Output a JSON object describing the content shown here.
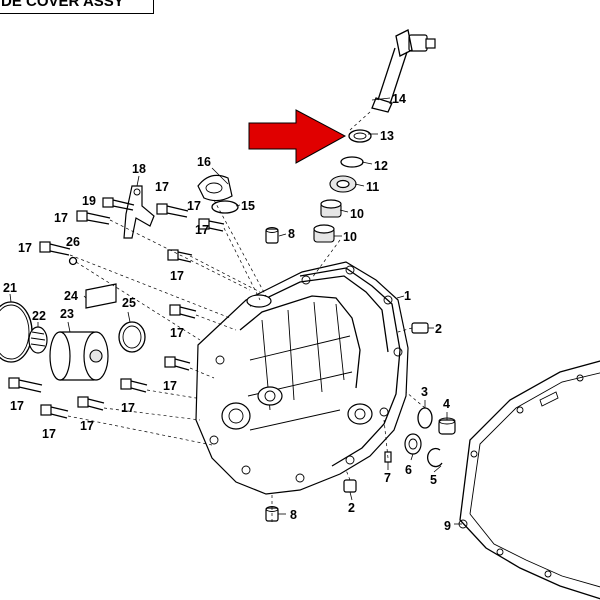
{
  "title": "DE COVER ASSY",
  "arrow_color": "#e00000",
  "labels": {
    "p1": "1",
    "p2a": "2",
    "p2b": "2",
    "p3": "3",
    "p4": "4",
    "p5": "5",
    "p6": "6",
    "p7": "7",
    "p8a": "8",
    "p8b": "8",
    "p9": "9",
    "p10a": "10",
    "p10b": "10",
    "p11": "11",
    "p12": "12",
    "p13": "13",
    "p14": "14",
    "p15": "15",
    "p16": "16",
    "p17a": "17",
    "p17b": "17",
    "p17c": "17",
    "p17d": "17",
    "p17e": "17",
    "p17f": "17",
    "p17g": "17",
    "p17h": "17",
    "p17i": "17",
    "p17j": "17",
    "p17k": "17",
    "p17l": "17",
    "p18": "18",
    "p19": "19",
    "p21": "21",
    "p22": "22",
    "p23": "23",
    "p24": "24",
    "p25": "25",
    "p26": "26"
  }
}
